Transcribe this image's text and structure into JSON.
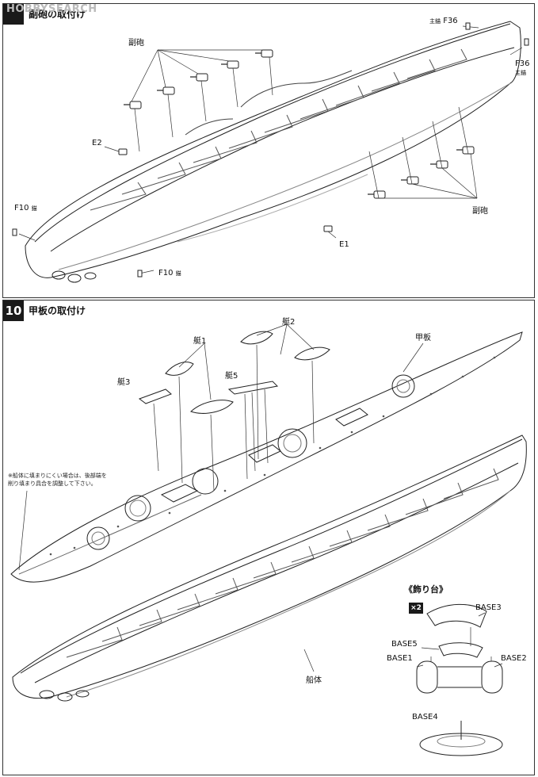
{
  "watermark": "HOBBYSEARCH",
  "step9": {
    "number": "",
    "title": "副砲の取付け",
    "labels": {
      "fukuhou_top": "副砲",
      "fukuhou_right": "副砲",
      "e2": "E2",
      "e1": "E1",
      "f36_top_part": "F36",
      "f36_top_note": "主錨",
      "f36_right_part": "F36",
      "f36_right_note": "主錨",
      "f10_left_part": "F10",
      "f10_left_note": "錨",
      "f10_bottom_part": "F10",
      "f10_bottom_note": "錨"
    }
  },
  "step10": {
    "number": "10",
    "title": "甲板の取付け",
    "labels": {
      "tei1": "艇1",
      "tei2": "艇2",
      "tei3": "艇3",
      "tei5": "艇5",
      "kanpan": "甲板",
      "sentai": "船体"
    },
    "note": "※船体に填まりにくい場合は、後部端を削り填まり具合を調整して下さい。",
    "stand": {
      "title": "《飾り台》",
      "quantity": "×2",
      "labels": {
        "base1": "BASE1",
        "base2": "BASE2",
        "base3": "BASE3",
        "base4": "BASE4",
        "base5": "BASE5"
      }
    }
  }
}
